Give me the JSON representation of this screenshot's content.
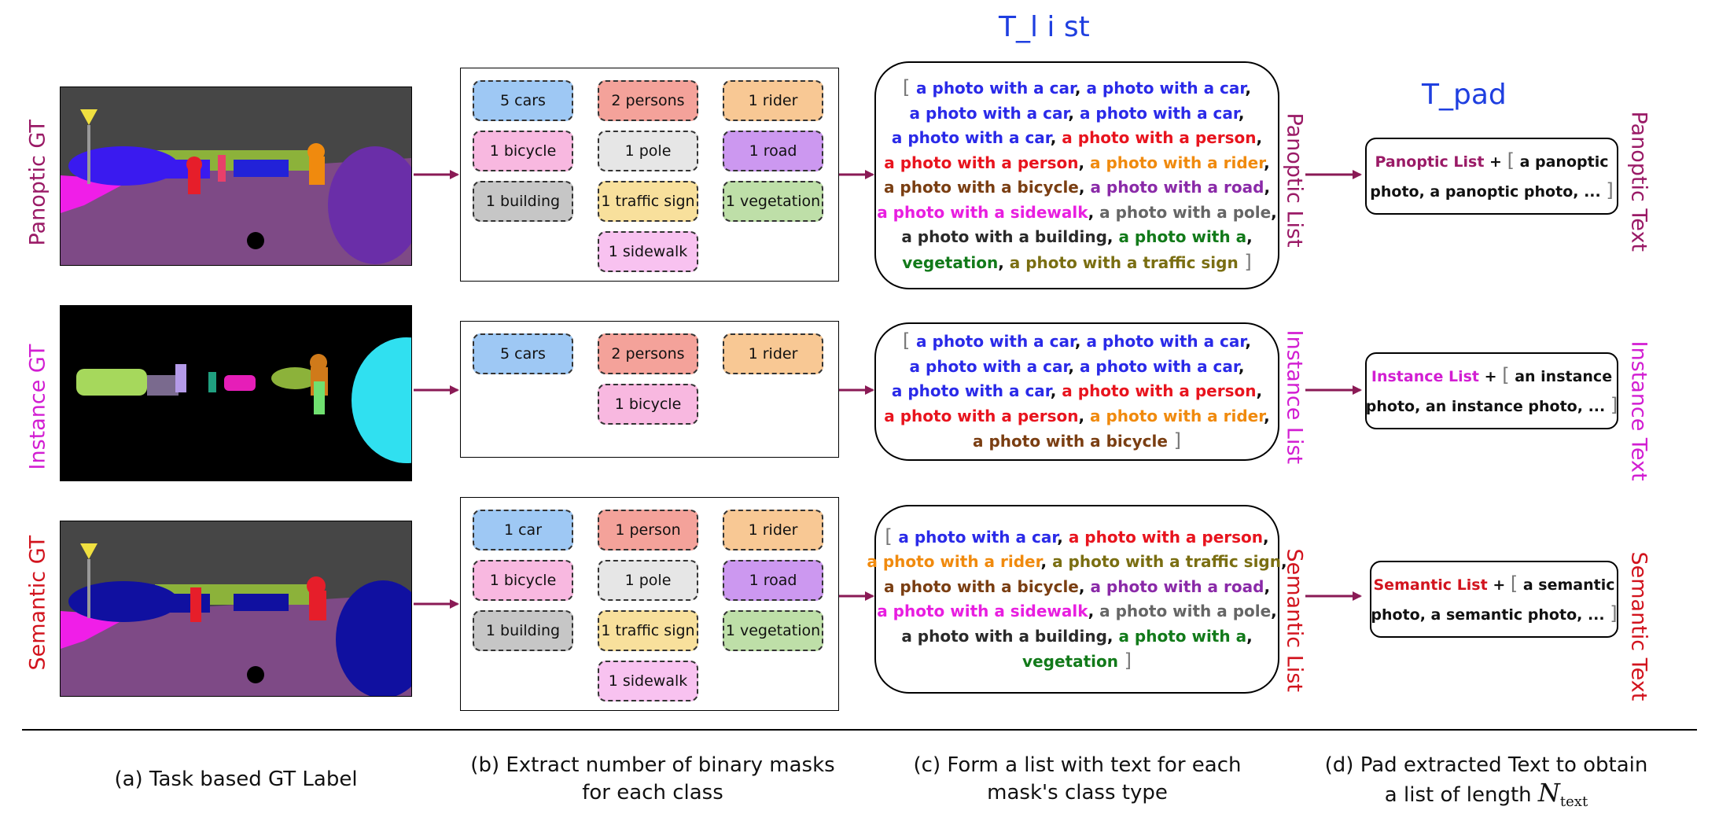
{
  "headers": {
    "list": "T_l i st",
    "pad": "T_pad"
  },
  "colors": {
    "car": "#2a2ae8",
    "person": "#e8141e",
    "rider": "#f08a0e",
    "bicycle": "#7a3e12",
    "road": "#8a2aa8",
    "sidewalk": "#e81ee0",
    "pole": "#666666",
    "building": "#2a2a2a",
    "vegetation": "#127a1a",
    "traffic_sign": "#7a6e12",
    "panoptic": "#9a1a66",
    "instance": "#d21ed2",
    "semantic": "#d2141e"
  },
  "rows": [
    {
      "id": "panoptic",
      "gt_label": "Panoptic GT",
      "list_label": "Panoptic List",
      "text_label": "Panoptic Text",
      "chips": [
        {
          "text": "5 cars",
          "bg": "#9ec8f4"
        },
        {
          "text": "2 persons",
          "bg": "#f4a29a"
        },
        {
          "text": "1 rider",
          "bg": "#f8c894"
        },
        {
          "text": "1 bicycle",
          "bg": "#f8b8e0"
        },
        {
          "text": "1 pole",
          "bg": "#e6e6e6"
        },
        {
          "text": "1 road",
          "bg": "#cc98f0"
        },
        {
          "text": "1 building",
          "bg": "#c6c6c6"
        },
        {
          "text": "1 traffic sign",
          "bg": "#f8e09c"
        },
        {
          "text": "1 vegetation",
          "bg": "#bedfa8"
        },
        {
          "text": "1 sidewalk",
          "bg": "#f8c2f0"
        }
      ],
      "list_lines": [
        [
          [
            "a photo with a car",
            "car"
          ],
          [
            "a photo with a car",
            "car"
          ]
        ],
        [
          [
            "a photo with a car",
            "car"
          ],
          [
            "a photo with a car",
            "car"
          ]
        ],
        [
          [
            "a photo with a car",
            "car"
          ],
          [
            "a photo with a person",
            "person"
          ]
        ],
        [
          [
            "a photo with a person",
            "person"
          ],
          [
            "a photo with a rider",
            "rider"
          ]
        ],
        [
          [
            "a photo with a bicycle",
            "bicycle"
          ],
          [
            "a photo with a road",
            "road"
          ]
        ],
        [
          [
            "a photo with a sidewalk",
            "sidewalk"
          ],
          [
            "a photo with a pole",
            "pole"
          ]
        ],
        [
          [
            "a photo with a building",
            "building"
          ],
          [
            "a photo with a",
            "vegetation"
          ]
        ],
        [
          [
            "vegetation",
            "vegetation"
          ],
          [
            "a photo with a traffic sign",
            "traffic_sign"
          ]
        ]
      ],
      "pad_name": "Panoptic List",
      "pad_plus": " + ",
      "pad_line1": "a panoptic",
      "pad_line2": "photo, a panoptic photo, ..."
    },
    {
      "id": "instance",
      "gt_label": "Instance GT",
      "list_label": "Instance List",
      "text_label": "Instance Text",
      "chips": [
        {
          "text": "5 cars",
          "bg": "#9ec8f4"
        },
        {
          "text": "2 persons",
          "bg": "#f4a29a"
        },
        {
          "text": "1 rider",
          "bg": "#f8c894"
        },
        {
          "text": "1 bicycle",
          "bg": "#f8b8e0"
        }
      ],
      "list_lines": [
        [
          [
            "a photo with a car",
            "car"
          ],
          [
            "a photo with a car",
            "car"
          ]
        ],
        [
          [
            "a photo with a car",
            "car"
          ],
          [
            "a photo with a car",
            "car"
          ]
        ],
        [
          [
            "a photo with a car",
            "car"
          ],
          [
            "a photo with a person",
            "person"
          ]
        ],
        [
          [
            "a photo with a person",
            "person"
          ],
          [
            "a photo with a rider",
            "rider"
          ]
        ],
        [
          [
            "a photo with a bicycle",
            "bicycle"
          ]
        ]
      ],
      "pad_name": "Instance List",
      "pad_plus": " + ",
      "pad_line1": "an instance",
      "pad_line2": "photo, an instance photo, ..."
    },
    {
      "id": "semantic",
      "gt_label": "Semantic GT",
      "list_label": "Semantic List",
      "text_label": "Semantic Text",
      "chips": [
        {
          "text": "1 car",
          "bg": "#9ec8f4"
        },
        {
          "text": "1 person",
          "bg": "#f4a29a"
        },
        {
          "text": "1 rider",
          "bg": "#f8c894"
        },
        {
          "text": "1 bicycle",
          "bg": "#f8b8e0"
        },
        {
          "text": "1 pole",
          "bg": "#e6e6e6"
        },
        {
          "text": "1 road",
          "bg": "#cc98f0"
        },
        {
          "text": "1 building",
          "bg": "#c6c6c6"
        },
        {
          "text": "1 traffic sign",
          "bg": "#f8e09c"
        },
        {
          "text": "1 vegetation",
          "bg": "#bedfa8"
        },
        {
          "text": "1 sidewalk",
          "bg": "#f8c2f0"
        }
      ],
      "list_lines": [
        [
          [
            "a photo with a car",
            "car"
          ],
          [
            "a photo with a person",
            "person"
          ]
        ],
        [
          [
            "a photo with a rider",
            "rider"
          ],
          [
            "a photo with a traffic sign",
            "traffic_sign"
          ]
        ],
        [
          [
            "a photo with a bicycle",
            "bicycle"
          ],
          [
            "a photo with a road",
            "road"
          ]
        ],
        [
          [
            "a photo with a sidewalk",
            "sidewalk"
          ],
          [
            "a photo with a pole",
            "pole"
          ]
        ],
        [
          [
            "a photo with a building",
            "building"
          ],
          [
            "a photo with a",
            "vegetation"
          ]
        ],
        [
          [
            "vegetation",
            "vegetation"
          ]
        ]
      ],
      "pad_name": "Semantic List",
      "pad_plus": " + ",
      "pad_line1": "a semantic",
      "pad_line2": "photo, a semantic photo, ..."
    }
  ],
  "captions": {
    "a": "(a) Task based GT Label",
    "b_line1": "(b) Extract number of binary masks",
    "b_line2": "for each class",
    "c_line1": "(c) Form a list with text for each",
    "c_line2": "mask's class type",
    "d_line1": "(d) Pad extracted Text to obtain",
    "d_line2_prefix": "a list of length ",
    "d_symbol": "N",
    "d_subscript": "text"
  }
}
